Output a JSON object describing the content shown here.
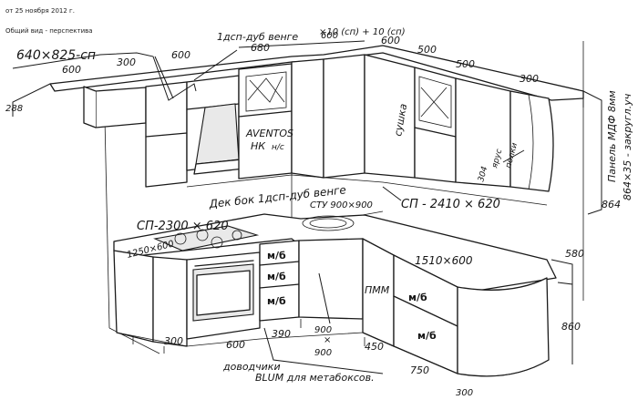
{
  "header": {
    "date": "от 25 ноября 2012 г.",
    "view": "Общий вид - перспектива"
  },
  "labels": {
    "upper_left": "640×825-сп",
    "l600a": "600",
    "l300": "300",
    "l600b": "600",
    "l680": "680",
    "l600c": "600",
    "l600d": "600",
    "l500a": "500",
    "l500b": "500",
    "l300b": "300",
    "l288": "288",
    "l864": "864",
    "l580": "580",
    "l860": "860",
    "ldsp_top": "1дсп-дуб венге",
    "ldsp_right": "×10 (сп) + 10 (сп)",
    "aventos": "AVENTOS",
    "hk": "НК",
    "hs": "н/с",
    "sushka": "сушка",
    "dek_bok": "Дек бок 1дсп-дуб венге",
    "sp2300": "СП-2300 × 620",
    "stu": "СТУ 900×900",
    "sp2410": "СП - 2410 × 620",
    "l1250": "1250×600",
    "l1510": "1510×600",
    "mb1": "м/б",
    "mb2": "м/б",
    "mb3": "м/б",
    "mb4": "м/б",
    "mb5": "м/б",
    "pmm": "ПММ",
    "l600e": "600",
    "l390": "390",
    "l300c": "300",
    "l900x": "900",
    "lx": "×",
    "l900y": "900",
    "l450": "450",
    "l750": "750",
    "l300d": "300",
    "dovod": "доводчики",
    "blum": "BLUM для метабоксов.",
    "panel1": "Панель МДФ 8мм",
    "panel2": "864×35 - закругл.уч",
    "l304": "304",
    "rakh1": "ярус",
    "rakh2": "полки"
  }
}
